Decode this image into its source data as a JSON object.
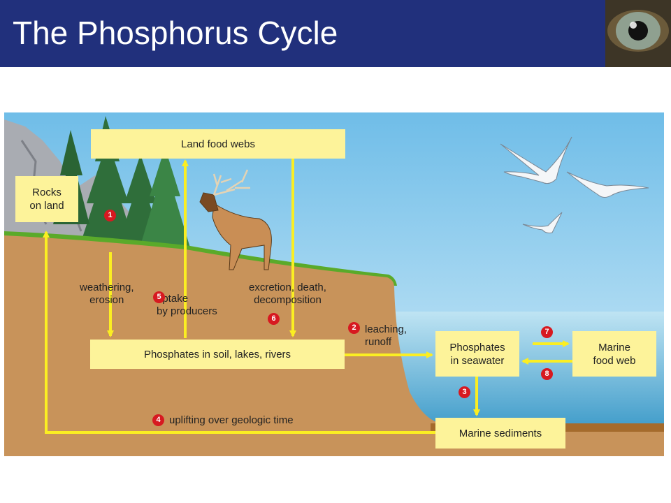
{
  "header": {
    "title": "The Phosphorus Cycle"
  },
  "diagram": {
    "boxes": {
      "land_food_webs": "Land food webs",
      "rocks_on_land": "Rocks\non land",
      "phosphates_soil": "Phosphates in soil, lakes, rivers",
      "phosphates_seawater": "Phosphates\nin seawater",
      "marine_food_web": "Marine\nfood web",
      "marine_sediments": "Marine sediments"
    },
    "labels": {
      "weathering": "weathering,\nerosion",
      "uptake": "uptake\nby producers",
      "excretion": "excretion, death,\ndecomposition",
      "leaching": "leaching,\nrunoff",
      "uplifting": "uplifting over geologic time"
    },
    "badges": [
      "1",
      "2",
      "3",
      "4",
      "5",
      "6",
      "7",
      "8"
    ]
  },
  "colors": {
    "header_bg": "#21307c",
    "box_fill": "#fdf39a",
    "arrow": "#fbee22",
    "badge": "#d71920",
    "sky": "#8fcdee",
    "soil": "#c8935a",
    "sea": "#4aa6cf",
    "grass": "#5aaa2a"
  }
}
